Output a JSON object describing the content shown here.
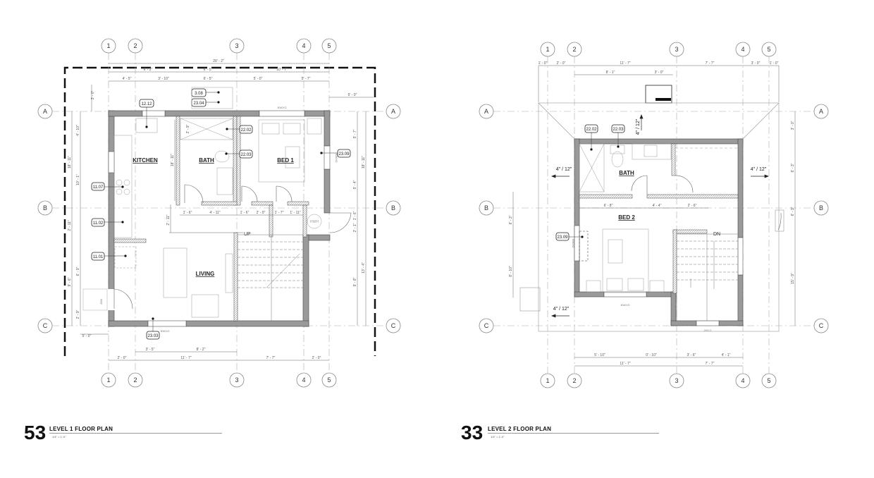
{
  "plans": [
    {
      "id": "level1",
      "number": "53",
      "title": "LEVEL 1 FLOOR PLAN",
      "scale": "1/4\" = 1'-0\"",
      "grid_columns": [
        "1",
        "2",
        "3",
        "4",
        "5"
      ],
      "grid_rows": [
        "A",
        "B",
        "C"
      ],
      "rooms": [
        "KITCHEN",
        "BATH",
        "BED 1",
        "LIVING"
      ],
      "stair_label": "UP",
      "equipment": [
        "HWH"
      ],
      "tags": [
        "12.12",
        "3.08",
        "23.04",
        "22.02",
        "22.03",
        "23.09",
        "11.07",
        "11.02",
        "11.01",
        "23.03"
      ],
      "window_labels": [
        "5040XO",
        "5040XO",
        "5040XO",
        "2068"
      ],
      "dims_top": {
        "overall": "20' - 2\"",
        "row2": [
          "6' - 2\"",
          "6' - 5\"",
          "10' - 7\""
        ],
        "row3": [
          "4' - 5\"",
          "3' - 10\"",
          "6' - 5\"",
          "5' - 0\"",
          "5' - 7\""
        ],
        "offset": "5' - 0\"",
        "setback": "3' - 0\""
      },
      "dims_left": [
        "18' - 11\"",
        "2' - 11\"",
        "9' - 6\"",
        "4' - 10\"",
        "10' - 1\"",
        "6' - 9\"",
        "2' - 9\""
      ],
      "dims_right": [
        "5' - 7\"",
        "18' - 11\"",
        "5' - 4\"",
        "1' - 6\"",
        "2' - 1\"",
        "13' - 4\"",
        "9' - 8\""
      ],
      "dims_interior": [
        "1' - 6\"",
        "4' - 11\"",
        "1' - 6\"",
        "2' - 0\"",
        "1' - 7\"",
        "1' - 11\"",
        "2' - 11\"",
        "2' - 9\"",
        "18' - 11\""
      ],
      "dims_bottom": {
        "row1": [
          "3' - 5\"",
          "8' - 2\""
        ],
        "row2": [
          "2' - 0\"",
          "11' - 7\"",
          "7' - 7\"",
          "2' - 0\""
        ],
        "side": "5' - 0\""
      }
    },
    {
      "id": "level2",
      "number": "33",
      "title": "LEVEL 2 FLOOR PLAN",
      "scale": "1/4\" = 1'-0\"",
      "grid_columns": [
        "1",
        "2",
        "3",
        "4",
        "5"
      ],
      "grid_rows": [
        "A",
        "B",
        "C"
      ],
      "rooms": [
        "BATH",
        "BED 2"
      ],
      "stair_label": "DN",
      "tags": [
        "22.02",
        "22.03",
        "23.09"
      ],
      "roof_slopes": [
        "4\" / 12\"",
        "4\" / 12\"",
        "4\" / 12\"",
        "4\" / 12\""
      ],
      "window_labels": [
        "5040XO",
        "5040XO",
        "2670.2"
      ],
      "dims_top": {
        "row1": [
          "1' - 0\"",
          "2' - 0\"",
          "11' - 7\"",
          "7' - 7\"",
          "3' - 0\"",
          "1' - 0\""
        ],
        "row2": [
          "8' - 1\"",
          "3' - 0\""
        ]
      },
      "dims_interior": [
        "6' - 8\"",
        "4' - 4\"",
        "2' - 6\""
      ],
      "dims_left": [
        "6' - 3\"",
        "8' - 10\""
      ],
      "dims_right": [
        "3' - 0\"",
        "6' - 3\"",
        "6' - 3\"",
        "15' - 9\""
      ],
      "dims_bottom": {
        "row1": [
          "5' - 10\"",
          "0' - 10\"",
          "3' - 6\"",
          "4' - 1\""
        ],
        "row2": [
          "11' - 7\"",
          "7' - 7\""
        ]
      }
    }
  ]
}
